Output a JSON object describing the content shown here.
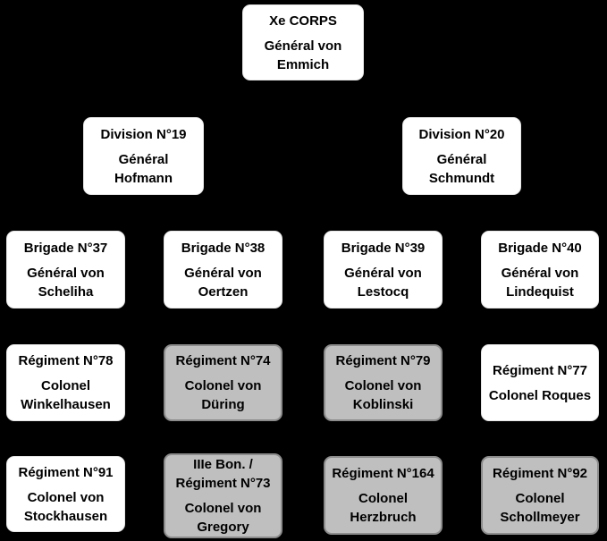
{
  "diagram": {
    "type": "org-chart",
    "subject": "Xe CORPS order of battle",
    "colors": {
      "background": "#000000",
      "box_white_fill": "#ffffff",
      "box_gray_fill": "#bfbfbf",
      "box_gray_border": "#8c8c8c",
      "text": "#000000"
    }
  },
  "boxes": [
    {
      "id": "corps",
      "level": 1,
      "variant": "white",
      "title": "Xe CORPS",
      "subtitle": "Général von Emmich"
    },
    {
      "id": "division-19",
      "level": 2,
      "variant": "white",
      "title": "Division N°19",
      "subtitle": "Général Hofmann"
    },
    {
      "id": "division-20",
      "level": 2,
      "variant": "white",
      "title": "Division N°20",
      "subtitle": "Général Schmundt"
    },
    {
      "id": "brigade-37",
      "level": 3,
      "variant": "white",
      "title": "Brigade N°37",
      "subtitle": "Général von Scheliha"
    },
    {
      "id": "brigade-38",
      "level": 3,
      "variant": "white",
      "title": "Brigade N°38",
      "subtitle": "Général von Oertzen"
    },
    {
      "id": "brigade-39",
      "level": 3,
      "variant": "white",
      "title": "Brigade N°39",
      "subtitle": "Général von Lestocq"
    },
    {
      "id": "brigade-40",
      "level": 3,
      "variant": "white",
      "title": "Brigade N°40",
      "subtitle": "Général von Lindequist"
    },
    {
      "id": "regiment-78",
      "level": 4,
      "variant": "white",
      "title": "Régiment N°78",
      "subtitle": "Colonel Winkelhausen"
    },
    {
      "id": "regiment-74",
      "level": 4,
      "variant": "gray",
      "title": "Régiment N°74",
      "subtitle": "Colonel von Düring"
    },
    {
      "id": "regiment-79",
      "level": 4,
      "variant": "gray",
      "title": "Régiment N°79",
      "subtitle": "Colonel von Koblinski"
    },
    {
      "id": "regiment-77",
      "level": 4,
      "variant": "white",
      "title": "Régiment N°77",
      "subtitle": "Colonel Roques"
    },
    {
      "id": "regiment-91",
      "level": 5,
      "variant": "white",
      "title": "Régiment N°91",
      "subtitle": "Colonel von Stockhausen"
    },
    {
      "id": "bon3-regiment-73",
      "level": 5,
      "variant": "gray",
      "title": "IIIe Bon. / Régiment N°73",
      "subtitle": "Colonel von Gregory"
    },
    {
      "id": "regiment-164",
      "level": 5,
      "variant": "gray",
      "title": "Régiment N°164",
      "subtitle": "Colonel Herzbruch"
    },
    {
      "id": "regiment-92",
      "level": 5,
      "variant": "gray",
      "title": "Régiment N°92",
      "subtitle": "Colonel Schollmeyer"
    }
  ]
}
